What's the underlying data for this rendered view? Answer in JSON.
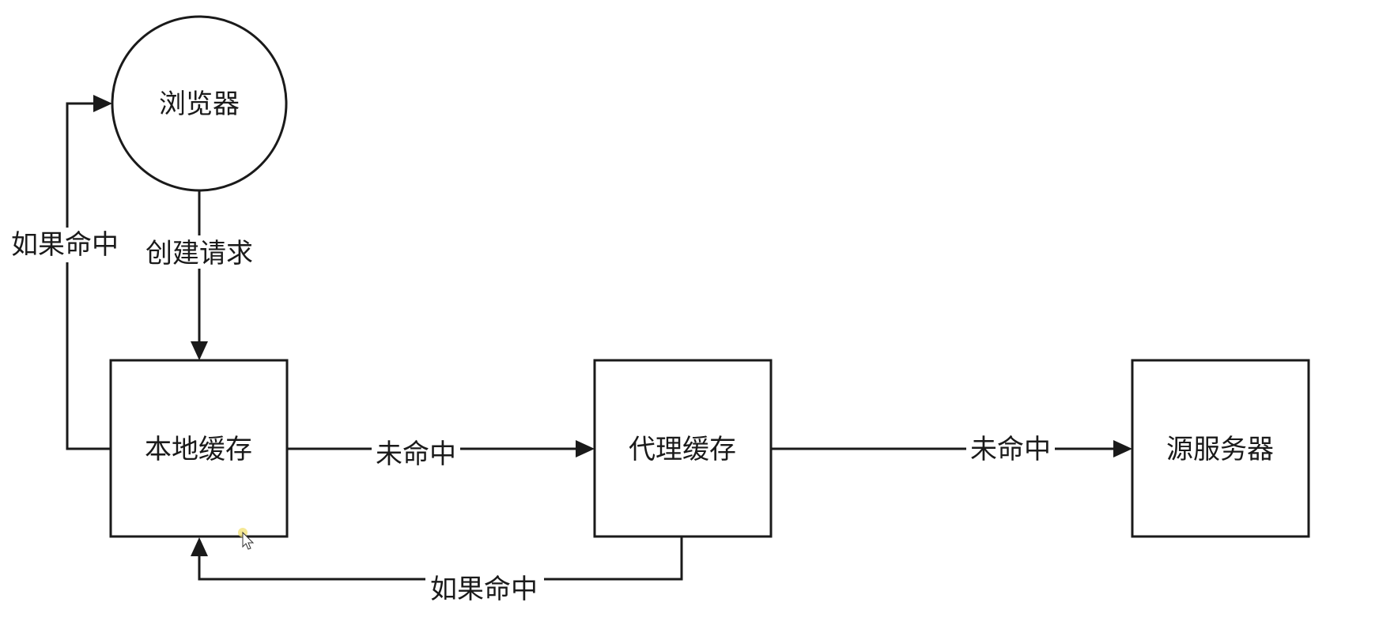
{
  "nodes": {
    "browser": {
      "label": "浏览器",
      "shape": "circle"
    },
    "local_cache": {
      "label": "本地缓存",
      "shape": "rect"
    },
    "proxy_cache": {
      "label": "代理缓存",
      "shape": "rect"
    },
    "origin_server": {
      "label": "源服务器",
      "shape": "rect"
    }
  },
  "edges": {
    "create_request": {
      "from": "browser",
      "to": "local_cache",
      "label": "创建请求"
    },
    "local_hit": {
      "from": "local_cache",
      "to": "browser",
      "label": "如果命中"
    },
    "local_miss": {
      "from": "local_cache",
      "to": "proxy_cache",
      "label": "未命中"
    },
    "proxy_miss": {
      "from": "proxy_cache",
      "to": "origin_server",
      "label": "未命中"
    },
    "proxy_hit": {
      "from": "proxy_cache",
      "to": "local_cache",
      "label": "如果命中"
    }
  },
  "colors": {
    "stroke": "#1a1a1a",
    "background": "#ffffff"
  }
}
